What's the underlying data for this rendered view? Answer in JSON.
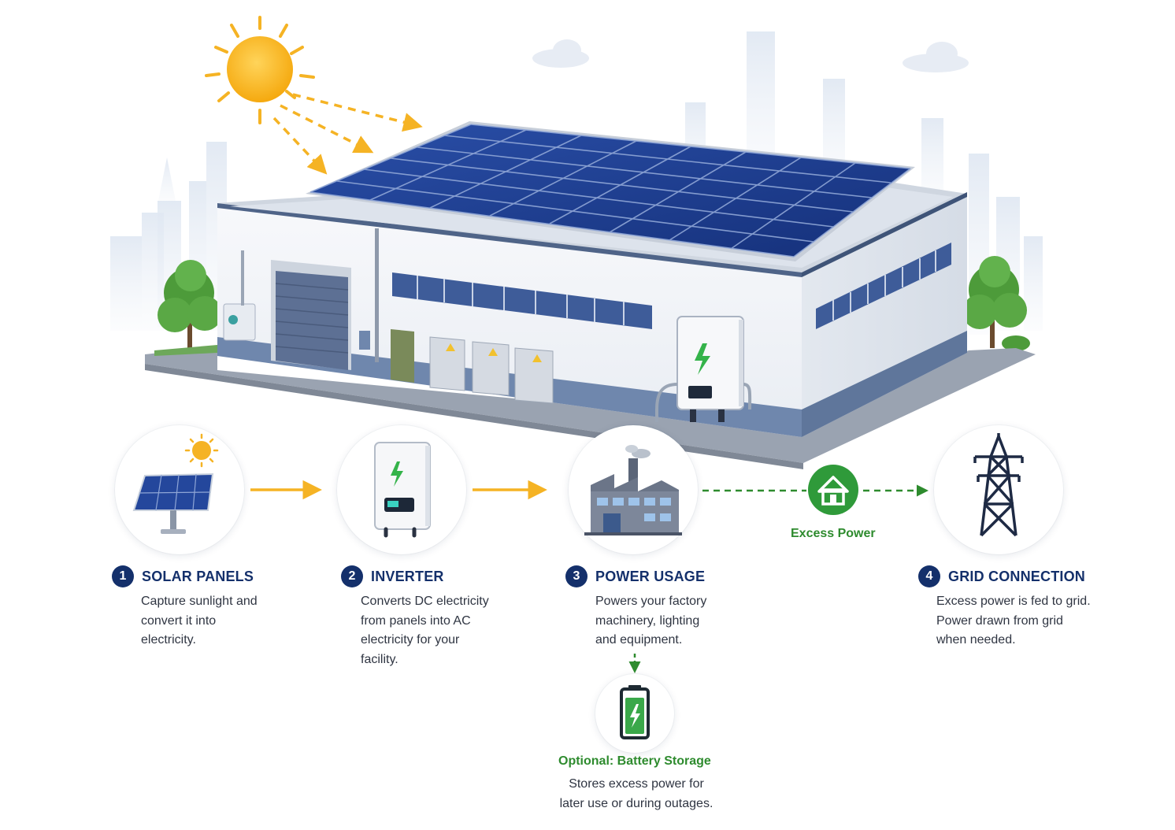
{
  "steps": [
    {
      "number": "1",
      "title": "SOLAR PANELS",
      "icon": "solar-panel-icon",
      "lines": [
        "Capture sunlight and",
        "convert it into",
        "electricity."
      ]
    },
    {
      "number": "2",
      "title": "INVERTER",
      "icon": "inverter-icon",
      "lines": [
        "Converts DC electricity",
        "from panels into AC",
        "electricity for your",
        "facility."
      ]
    },
    {
      "number": "3",
      "title": "POWER USAGE",
      "icon": "factory-icon",
      "lines": [
        "Powers your factory",
        "machinery, lighting",
        "and equipment."
      ]
    },
    {
      "number": "4",
      "title": "GRID CONNECTION",
      "icon": "transmission-tower-icon",
      "lines": [
        "Excess power is fed to grid.",
        "Power drawn from grid",
        "when needed."
      ]
    }
  ],
  "excess_power": {
    "label": "Excess Power",
    "icon": "house-icon"
  },
  "battery": {
    "title": "Optional: Battery Storage",
    "icon": "battery-icon",
    "lines": [
      "Stores excess power for",
      "later use or during outages."
    ]
  },
  "colors": {
    "navy": "#14306b",
    "arrow_yellow": "#f5b324",
    "green": "#2e8b2e",
    "panel_blue": "#1f3e8c",
    "wall_white": "#f3f5f9",
    "base_blue": "#6f87ad"
  }
}
